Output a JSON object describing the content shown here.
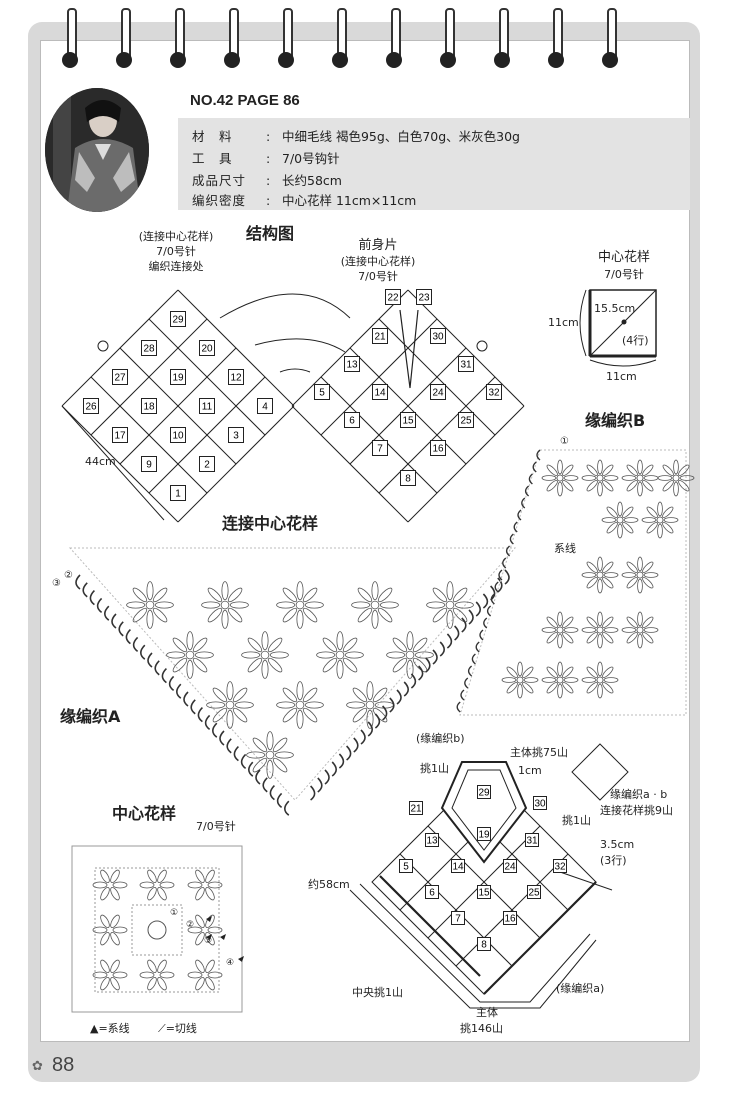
{
  "header": {
    "title": "NO.42   PAGE  86",
    "materials_label": "材　料",
    "materials_value": "中细毛线  褐色95g、白色70g、米灰色30g",
    "tool_label": "工　具",
    "tool_value": "7/0号钩针",
    "size_label": "成品尺寸",
    "size_value": "长约58cm",
    "gauge_label": "编织密度",
    "gauge_value": "中心花样  11cm×11cm"
  },
  "structure": {
    "title": "结构图",
    "join_note_1": "(连接中心花样)",
    "join_note_2": "7/0号针",
    "join_note_3": "编织连接处",
    "front_title": "前身片",
    "front_note_1": "(连接中心花样)",
    "front_note_2": "7/0号针",
    "width": "44cm",
    "back_cells": [
      "29",
      "28",
      "20",
      "27",
      "19",
      "12",
      "26",
      "18",
      "11",
      "4",
      "17",
      "10",
      "3",
      "9",
      "2",
      "1"
    ],
    "front_cells": [
      "22",
      "23",
      "21",
      "30",
      "13",
      "31",
      "5",
      "14",
      "24",
      "32",
      "6",
      "15",
      "25",
      "7",
      "16",
      "8"
    ]
  },
  "motif_small": {
    "title": "中心花样",
    "needle": "7/0号针",
    "side": "11cm",
    "bottom": "11cm",
    "inner": "15.5cm",
    "rows": "(4行)"
  },
  "edge_b": {
    "title": "缘编织B",
    "join_yarn": "系线",
    "start": "①"
  },
  "joined": {
    "title": "连接中心花样",
    "start_3": "③",
    "start_2": "②"
  },
  "edge_a": {
    "title": "缘编织A"
  },
  "motif_chart": {
    "title": "中心花样",
    "needle": "7/0号针",
    "legend_join": "=系线",
    "legend_cut": "=切线",
    "marks": [
      "①",
      "②",
      "③",
      "④"
    ]
  },
  "assembly": {
    "edge_b_label": "(缘编织b)",
    "main_75": "主体挑75山",
    "pick_1_top": "挑1山",
    "gap_1cm": "1cm",
    "edge_ab_1": "缘编织a · b",
    "edge_ab_2": "连接花样挑9山",
    "pick_1_right": "挑1山",
    "depth": "3.5cm",
    "depth_rows": "(3行)",
    "length": "约58cm",
    "center_pick": "中央挑1山",
    "main_1": "主体",
    "main_146": "挑146山",
    "edge_a_label": "(缘编织a)",
    "cells": [
      "29",
      "21",
      "30",
      "19",
      "13",
      "14",
      "24",
      "31",
      "5",
      "15",
      "25",
      "32",
      "6",
      "7",
      "16",
      "8"
    ]
  },
  "footer": {
    "page": "88",
    "flower": "✿"
  }
}
